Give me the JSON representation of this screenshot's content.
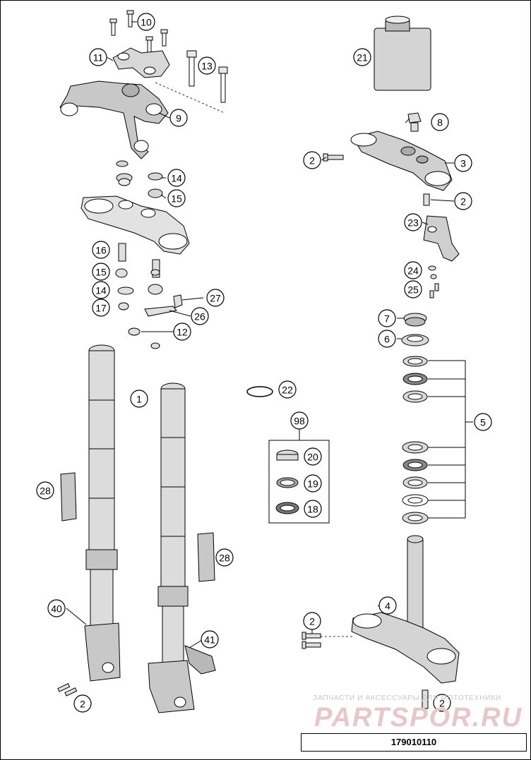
{
  "diagram": {
    "part_numbers": [
      "1",
      "2",
      "3",
      "4",
      "5",
      "6",
      "7",
      "8",
      "9",
      "10",
      "11",
      "12",
      "13",
      "14",
      "15",
      "16",
      "17",
      "18",
      "19",
      "20",
      "21",
      "22",
      "23",
      "24",
      "25",
      "26",
      "27",
      "28",
      "40",
      "41",
      "98"
    ],
    "kit_items": [
      "20",
      "19",
      "18"
    ],
    "footer_code": "179010110"
  },
  "watermark": {
    "text": "ЗАПЧАСТИ И АКСЕССУАРЫ ДЛЯ МОТОТЕХНИКИ",
    "logo": "PARTSPOR.RU"
  },
  "colors": {
    "line": "#000000",
    "part_shade": "#c8c8c8",
    "watermark_logo": "#e7c7c9"
  }
}
